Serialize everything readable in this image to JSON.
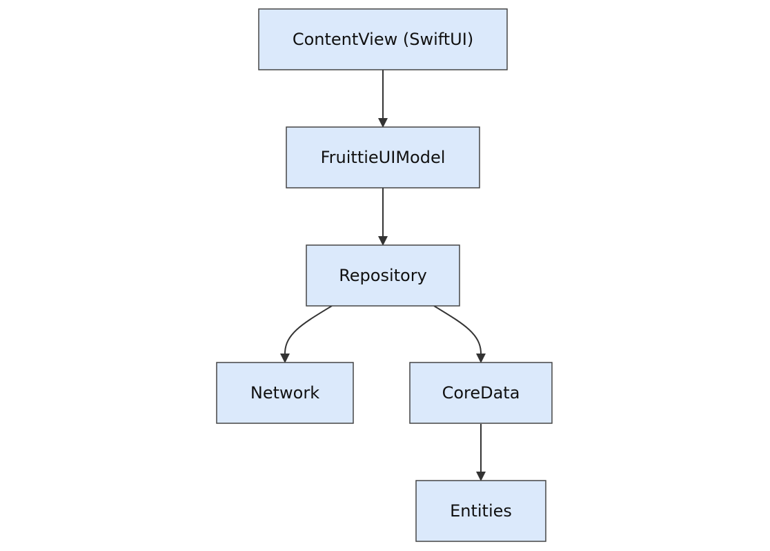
{
  "diagram": {
    "nodes": [
      {
        "id": "contentview",
        "label": "ContentView (SwiftUI)"
      },
      {
        "id": "fruittieuimodel",
        "label": "FruittieUIModel"
      },
      {
        "id": "repository",
        "label": "Repository"
      },
      {
        "id": "network",
        "label": "Network"
      },
      {
        "id": "coredata",
        "label": "CoreData"
      },
      {
        "id": "entities",
        "label": "Entities"
      }
    ],
    "edges": [
      {
        "from": "contentview",
        "to": "fruittieuimodel"
      },
      {
        "from": "fruittieuimodel",
        "to": "repository"
      },
      {
        "from": "repository",
        "to": "network"
      },
      {
        "from": "repository",
        "to": "coredata"
      },
      {
        "from": "coredata",
        "to": "entities"
      }
    ],
    "colors": {
      "node_fill": "#dbe9fb",
      "node_border": "#444444",
      "edge": "#333333",
      "text": "#111111",
      "background": "#ffffff"
    }
  }
}
